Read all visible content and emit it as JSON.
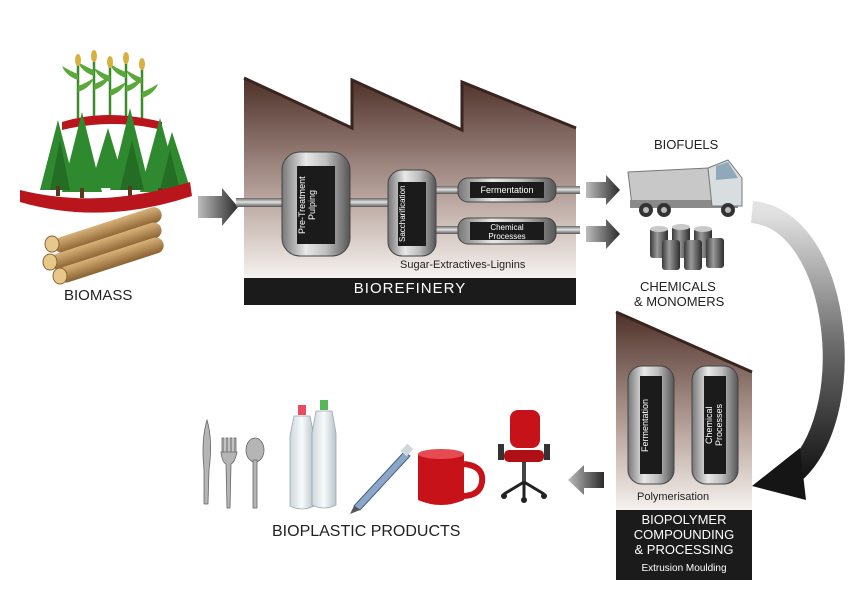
{
  "labels": {
    "biomass": "BIOMASS",
    "biorefinery": "BIOREFINERY",
    "pretreatment": "Pre-Treatment\nPulping",
    "saccharification": "Saccharification",
    "fermentation": "Fermentation",
    "chemical_processes": "Chemical\nProcesses",
    "sugar_line": "Sugar-Extractives-Lignins",
    "biofuels": "BIOFUELS",
    "chemicals_line1": "CHEMICALS",
    "chemicals_line2": "& MONOMERS",
    "bp_fermentation": "Fermentation",
    "bp_chemical_processes": "Chemical\nProcesses",
    "polymerisation": "Polymerisation",
    "biopolymer_line1": "BIOPOLYMER",
    "biopolymer_line2": "COMPOUNDING",
    "biopolymer_line3": "& PROCESSING",
    "extrusion": "Extrusion Moulding",
    "bioplastic": "BIOPLASTIC PRODUCTS"
  },
  "colors": {
    "dark": "#1b1b1b",
    "factory_top": "#5a3a32",
    "factory_bottom": "#f3efec",
    "accent_red": "#b8161c",
    "tree_green": "#2f8a2f"
  }
}
